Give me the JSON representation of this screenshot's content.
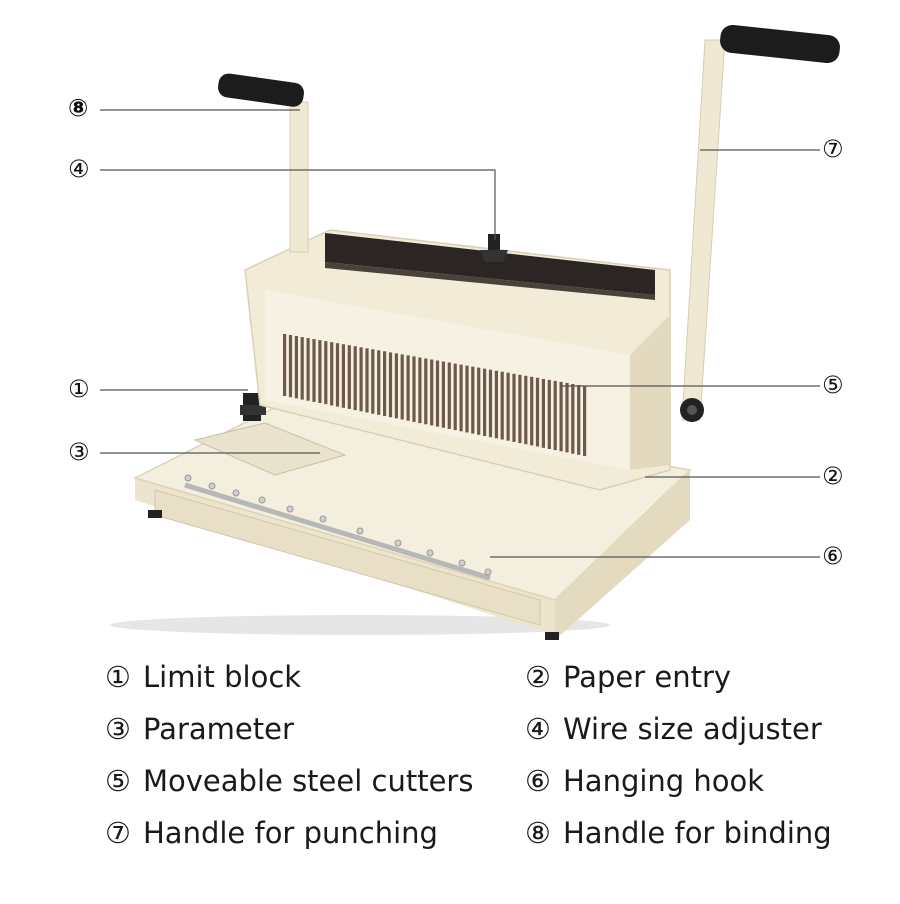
{
  "callouts": [
    {
      "id": "1",
      "symbol": "①"
    },
    {
      "id": "2",
      "symbol": "②"
    },
    {
      "id": "3",
      "symbol": "③"
    },
    {
      "id": "4",
      "symbol": "④"
    },
    {
      "id": "5",
      "symbol": "⑤"
    },
    {
      "id": "6",
      "symbol": "⑥"
    },
    {
      "id": "7",
      "symbol": "⑦"
    },
    {
      "id": "8",
      "symbol": "⑧"
    }
  ],
  "legend": [
    {
      "symbol": "①",
      "label": "Limit block"
    },
    {
      "symbol": "②",
      "label": "Paper entry"
    },
    {
      "symbol": "③",
      "label": "Parameter"
    },
    {
      "symbol": "④",
      "label": "Wire size adjuster"
    },
    {
      "symbol": "⑤",
      "label": "Moveable steel cutters"
    },
    {
      "symbol": "⑥",
      "label": "Hanging hook"
    },
    {
      "symbol": "⑦",
      "label": "Handle for punching"
    },
    {
      "symbol": "⑧",
      "label": "Handle for binding"
    }
  ],
  "colors": {
    "body": "#f1ebd8",
    "body_shadow": "#d9d0b6",
    "dark_bar": "#2b2623",
    "cutter": "#6e5a4a",
    "grip": "#1c1c1c",
    "line": "#555555"
  }
}
